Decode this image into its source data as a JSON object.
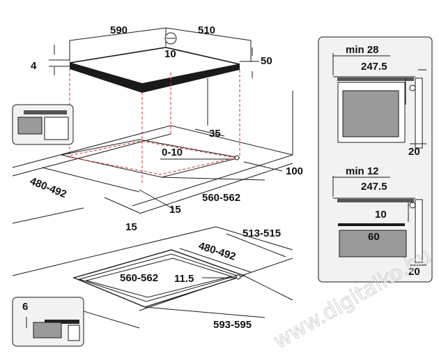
{
  "colors": {
    "line": "#1a1a1a",
    "cutout_dashed": "#d9272e",
    "panel_bg": "#f2f2f2",
    "gray_block": "#9a9a9a",
    "dark_block": "#555555"
  },
  "icons": {
    "installation_icon_top": "flush-install-icon",
    "installation_icon_bottom": "step-install-icon"
  },
  "hob_top": {
    "width": "590",
    "depth": "510",
    "circle_label": "10",
    "thickness_left": "4",
    "thickness_right": "50"
  },
  "countertop_top": {
    "edge_offset": "35",
    "edge_gap": "0-10",
    "back_distance": "100",
    "cutout_depth": "480-492",
    "cutout_width": "560-562",
    "front_offset_left": "15",
    "front_offset_right": "15"
  },
  "countertop_bottom": {
    "recess_depth_outer": "513-515",
    "cutout_depth": "480-492",
    "cutout_width": "560-562",
    "gap": "11.5",
    "recess_width_outer": "593-595"
  },
  "icon_bottom": {
    "step_label": "6"
  },
  "panel_top": {
    "min_label": "min 28",
    "depth": "247.5",
    "side_gap": "20"
  },
  "panel_bottom": {
    "min_label": "min 12",
    "depth": "247.5",
    "height": "10",
    "drawer_gap": "60",
    "side_gap": "20"
  },
  "watermark": "www.digitalko.hu"
}
